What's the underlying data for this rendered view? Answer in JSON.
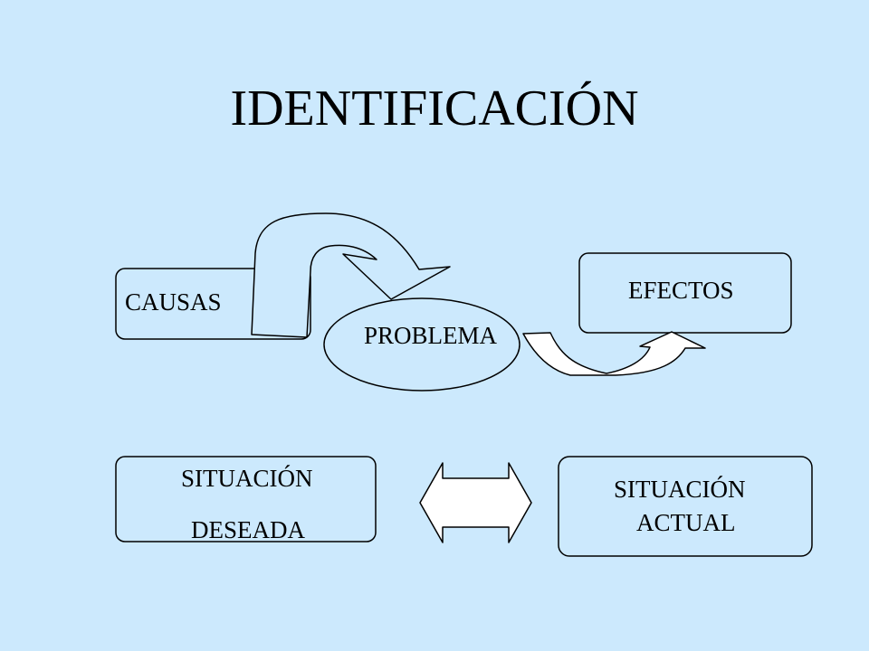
{
  "slide": {
    "title": "IDENTIFICACIÓN",
    "causes_label": "CAUSAS",
    "problem_label": "PROBLEMA",
    "effects_label": "EFECTOS",
    "desired_line1": "SITUACIÓN",
    "desired_line2": "DESEADA",
    "current_line1": "SITUACIÓN",
    "current_line2": "ACTUAL"
  },
  "colors": {
    "background": "#cce9fd",
    "box_fill": "#cce9fd",
    "stroke": "#000000",
    "arrow_fill": "#ffffff"
  }
}
